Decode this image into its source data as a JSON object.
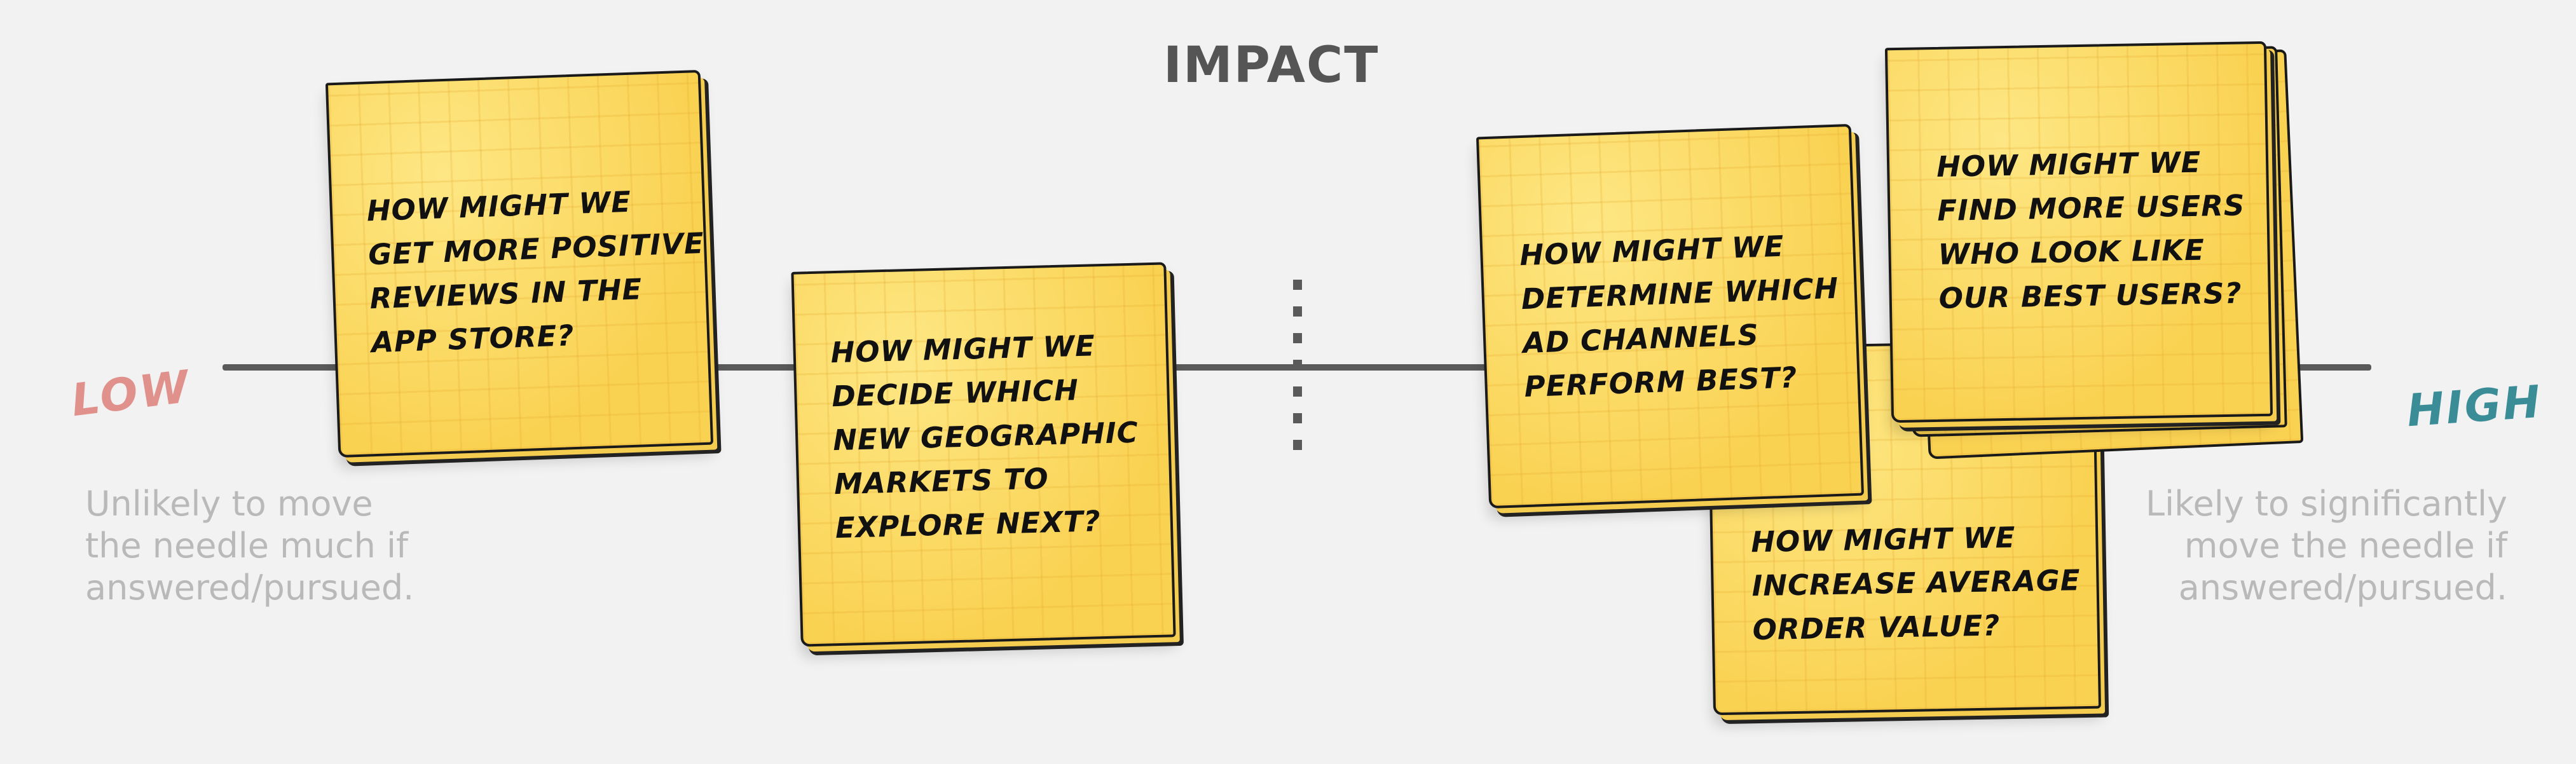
{
  "title": "IMPACT",
  "axis": {
    "low_label": "LOW",
    "high_label": "HIGH",
    "low_description": [
      "Unlikely to move",
      "the needle much if",
      "answered/pursued."
    ],
    "high_description": [
      "Likely to significantly",
      "move the needle if",
      "answered/pursued."
    ]
  },
  "colors": {
    "low_accent": "#e0918c",
    "high_accent": "#3a8d96",
    "note_fill": "#fbd95a",
    "axis_line": "#5a5a5a"
  },
  "notes": [
    {
      "lines": [
        "How might we",
        "get more positive",
        "reviews in the",
        "app store?"
      ]
    },
    {
      "lines": [
        "How might we",
        "decide which",
        "new geographic",
        "markets to",
        "explore next?"
      ]
    },
    {
      "lines": [
        "How might we",
        "determine which",
        "ad channels",
        "perform best?"
      ]
    },
    {
      "lines": [
        "How might we",
        "increase average",
        "order value?"
      ]
    },
    {
      "lines": [
        "How might we",
        "find more users",
        "who look like",
        "our best users?"
      ]
    }
  ]
}
